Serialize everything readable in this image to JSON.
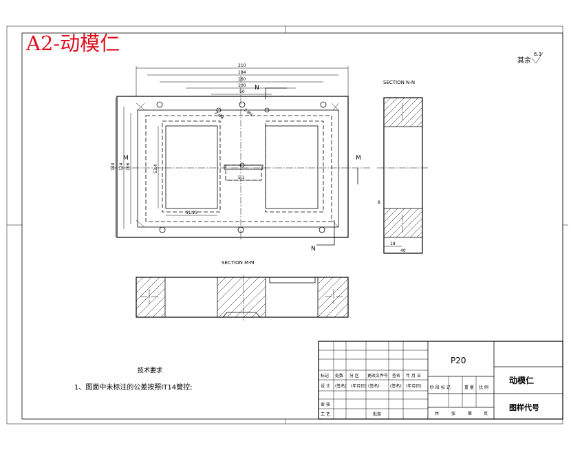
{
  "title": "A2-动模仁",
  "roughness": {
    "prefix": "其余",
    "value": "6.3"
  },
  "section_labels": {
    "nn": "SECTION N-N",
    "mm": "SECTION M-M"
  },
  "markers": {
    "n": "N",
    "m": "M"
  },
  "dimensions": {
    "w210": "210",
    "w184": "184",
    "w160": "160",
    "w100": "100",
    "w50": "50",
    "h140": "140",
    "h124": "124",
    "h106": "106",
    "d534": "53.4",
    "d5123": "51.23",
    "d51": "5.1",
    "dhole1": "2-Ø8",
    "dhole2": "2-Ø4",
    "d40": "40",
    "d18": "18",
    "d8": "8"
  },
  "tech_req": {
    "heading": "技术要求",
    "item1": "1、图面中未标注的公差按照IT14管控;"
  },
  "title_block": {
    "part_no": "P20",
    "name": "动模仁",
    "drawing_code_label": "图样代号",
    "row_labels": [
      "标记",
      "处数",
      "分 区",
      "更改文件号",
      "签名",
      "年 月 日"
    ],
    "row_values": [
      "(签名)",
      "(年月日)",
      "(签名)",
      "(签名)",
      "(年月日)"
    ],
    "stage_labels": [
      "阶 段 标 记",
      "重 量",
      "比 例"
    ],
    "sheet_labels": [
      "共",
      "张",
      "第",
      "页"
    ],
    "left_labels": [
      "设 计",
      "审 核",
      "工 艺"
    ],
    "approve": "批准"
  }
}
